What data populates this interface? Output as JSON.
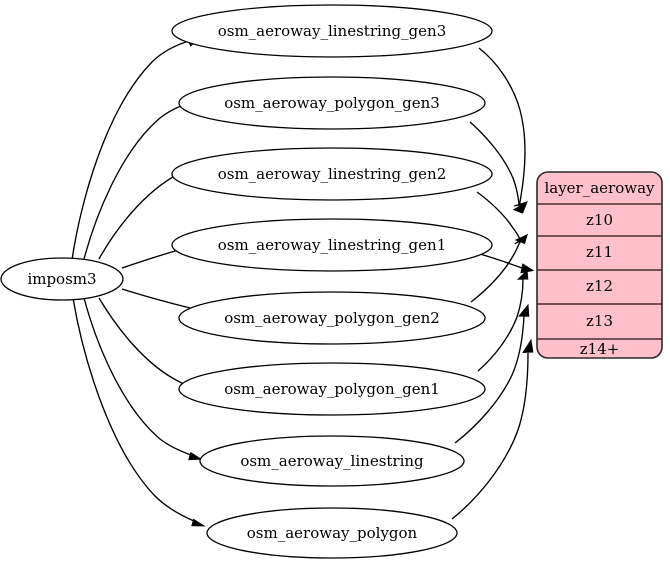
{
  "diagram": {
    "title": "imposm3 aeroway layer dependency graph",
    "type": "directed-graph",
    "background_color": "#ffffff",
    "edge_color": "#000000",
    "source_node": {
      "id": "imposm3",
      "label": "imposm3",
      "shape": "ellipse",
      "fill_color": "#ffffff",
      "stroke_color": "#000000"
    },
    "table_nodes": [
      {
        "id": "n1",
        "label": "osm_aeroway_linestring_gen3",
        "shape": "ellipse",
        "fill_color": "#ffffff"
      },
      {
        "id": "n2",
        "label": "osm_aeroway_polygon_gen3",
        "shape": "ellipse",
        "fill_color": "#ffffff"
      },
      {
        "id": "n3",
        "label": "osm_aeroway_linestring_gen2",
        "shape": "ellipse",
        "fill_color": "#ffffff"
      },
      {
        "id": "n4",
        "label": "osm_aeroway_linestring_gen1",
        "shape": "ellipse",
        "fill_color": "#ffffff"
      },
      {
        "id": "n5",
        "label": "osm_aeroway_polygon_gen2",
        "shape": "ellipse",
        "fill_color": "#ffffff"
      },
      {
        "id": "n6",
        "label": "osm_aeroway_polygon_gen1",
        "shape": "ellipse",
        "fill_color": "#ffffff"
      },
      {
        "id": "n7",
        "label": "osm_aeroway_linestring",
        "shape": "ellipse",
        "fill_color": "#ffffff"
      },
      {
        "id": "n8",
        "label": "osm_aeroway_polygon",
        "shape": "ellipse",
        "fill_color": "#ffffff"
      }
    ],
    "layer_node": {
      "id": "layer_aeroway",
      "shape": "record-rounded",
      "fill_color": "#ffc0cb",
      "stroke_color": "#2a2a2a",
      "header": "layer_aeroway",
      "rows": [
        {
          "id": "z10",
          "label": "z10"
        },
        {
          "id": "z11",
          "label": "z11"
        },
        {
          "id": "z12",
          "label": "z12"
        },
        {
          "id": "z13",
          "label": "z13"
        },
        {
          "id": "z14",
          "label": "z14+"
        }
      ]
    },
    "edges": [
      {
        "from": "imposm3",
        "to": "n1"
      },
      {
        "from": "imposm3",
        "to": "n2"
      },
      {
        "from": "imposm3",
        "to": "n3"
      },
      {
        "from": "imposm3",
        "to": "n4"
      },
      {
        "from": "imposm3",
        "to": "n5"
      },
      {
        "from": "imposm3",
        "to": "n6"
      },
      {
        "from": "imposm3",
        "to": "n7"
      },
      {
        "from": "imposm3",
        "to": "n8"
      },
      {
        "from": "n1",
        "to": "z10"
      },
      {
        "from": "n2",
        "to": "z10"
      },
      {
        "from": "n3",
        "to": "z11"
      },
      {
        "from": "n4",
        "to": "z12"
      },
      {
        "from": "n5",
        "to": "z11"
      },
      {
        "from": "n6",
        "to": "z12"
      },
      {
        "from": "n7",
        "to": "z13"
      },
      {
        "from": "n8",
        "to": "z14"
      }
    ]
  }
}
